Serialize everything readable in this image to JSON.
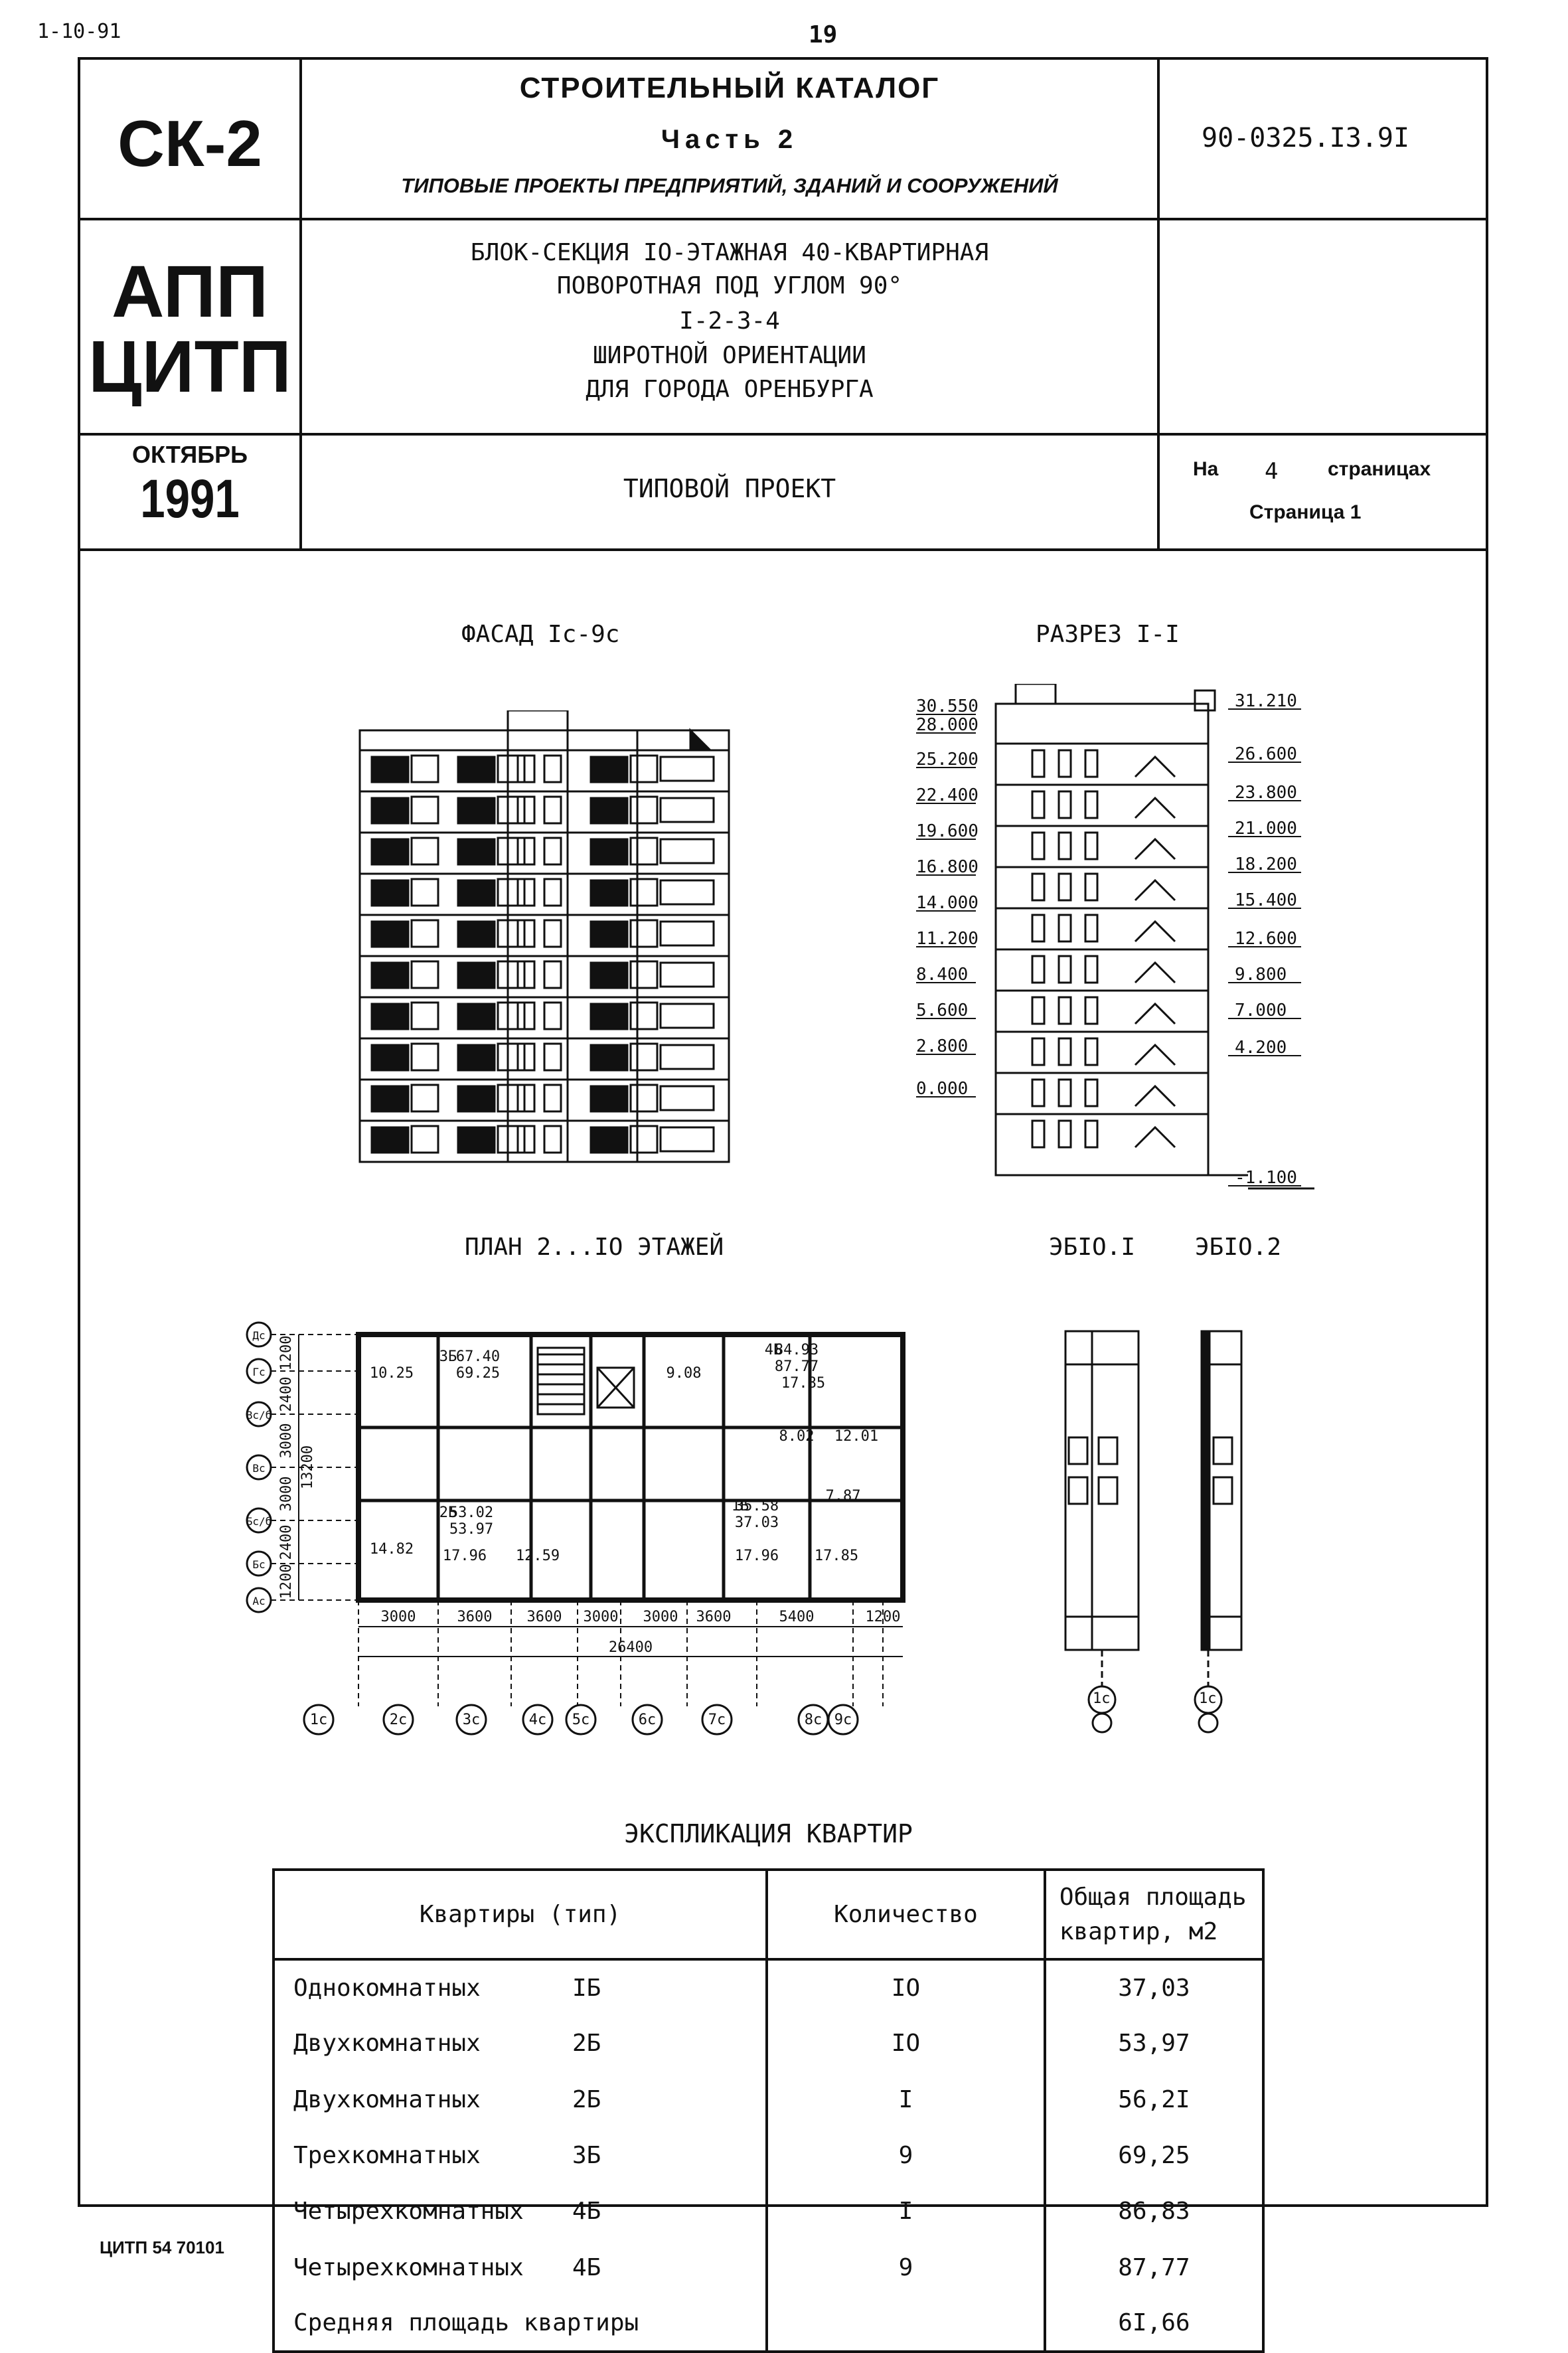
{
  "page": {
    "corner_code": "1-10-91",
    "page_number": "19",
    "footer_code": "ЦИТП 54 70101"
  },
  "header": {
    "series_code": "СК-2",
    "catalog_title": "СТРОИТЕЛЬНЫЙ КАТАЛОГ",
    "part": "Часть 2",
    "catalog_subtitle": "ТИПОВЫЕ ПРОЕКТЫ ПРЕДПРИЯТИЙ, ЗДАНИЙ И СООРУЖЕНИЙ",
    "doc_number": "90-0325.I3.9I",
    "org_line1": "АПП",
    "org_line2": "ЦИТП",
    "project_lines": [
      "БЛОК-СЕКЦИЯ IO-ЭТАЖНАЯ 40-КВАРТИРНАЯ",
      "ПОВОРОТНАЯ ПОД УГЛОМ 90°",
      "I-2-3-4",
      "ШИРОТНОЙ ОРИЕНТАЦИИ",
      "ДЛЯ ГОРОДА ОРЕНБУРГА"
    ],
    "month": "ОКТЯБРЬ",
    "year": "1991",
    "project_type": "ТИПОВОЙ ПРОЕКТ",
    "pages_prefix": "На",
    "pages_count": "4",
    "pages_suffix": "страницах",
    "page_label": "Страница 1"
  },
  "drawings": {
    "facade_title": "ФАСАД Iс-9с",
    "section_title": "РАЗРЕЗ I-I",
    "plan_title": "ПЛАН 2...IO ЭТАЖЕЙ",
    "eb1_title": "ЭБIO.I",
    "eb2_title": "ЭБIO.2",
    "section_levels_left": [
      "30.550",
      "28.000",
      "25.200",
      "22.400",
      "19.600",
      "16.800",
      "14.000",
      "11.200",
      "8.400",
      "5.600",
      "2.800",
      "0.000"
    ],
    "section_levels_right": [
      "31.210",
      "26.600",
      "23.800",
      "21.000",
      "18.200",
      "15.400",
      "12.600",
      "9.800",
      "7.000",
      "4.200",
      "-1.100"
    ],
    "plan_dims_bottom": [
      "3000",
      "3600",
      "3600",
      "3000",
      "3000",
      "3600",
      "5400",
      "1200"
    ],
    "plan_total": "26400",
    "plan_axes_bottom": [
      "1с",
      "2с",
      "3с",
      "4с",
      "5с",
      "6с",
      "7с",
      "8с",
      "9с"
    ],
    "plan_axes_left": [
      "Дс",
      "Гс",
      "Вс/б",
      "Вс",
      "Бс/б",
      "Бс",
      "Ас"
    ],
    "plan_dims_left": [
      "1200",
      "2400",
      "3000",
      "3000",
      "2400",
      "1200"
    ],
    "plan_total_left": "13200",
    "plan_areas": [
      "67.40",
      "69.25",
      "10.25",
      "9.08",
      "84.93",
      "87.77",
      "17.85",
      "53.02",
      "53.97",
      "35.58",
      "37.03",
      "14.82",
      "17.96",
      "12.59",
      "17.96",
      "17.85",
      "12.01",
      "8.02",
      "7.87"
    ],
    "plan_apt_labels": [
      "3Б",
      "4Б",
      "2Б",
      "1Б"
    ],
    "eb_axis_label": "1с"
  },
  "explication": {
    "title": "ЭКСПЛИКАЦИЯ КВАРТИР",
    "col_type": "Квартиры (тип)",
    "col_count": "Количество",
    "col_area_line1": "Общая площадь",
    "col_area_line2": "квартир, м2",
    "rows": [
      {
        "name": "Однокомнатных",
        "type": "IБ",
        "count": "IO",
        "area": "37,03"
      },
      {
        "name": "Двухкомнатных",
        "type": "2Б",
        "count": "IO",
        "area": "53,97"
      },
      {
        "name": "Двухкомнатных",
        "type": "2Б",
        "count": "I",
        "area": "56,2I"
      },
      {
        "name": "Трехкомнатных",
        "type": "3Б",
        "count": "9",
        "area": "69,25"
      },
      {
        "name": "Четырехкомнатных",
        "type": "4Б",
        "count": "I",
        "area": "86,83"
      },
      {
        "name": "Четырехкомнатных",
        "type": "4Б",
        "count": "9",
        "area": "87,77"
      }
    ],
    "avg_label": "Средняя площадь квартиры",
    "avg_value": "6I,66"
  }
}
